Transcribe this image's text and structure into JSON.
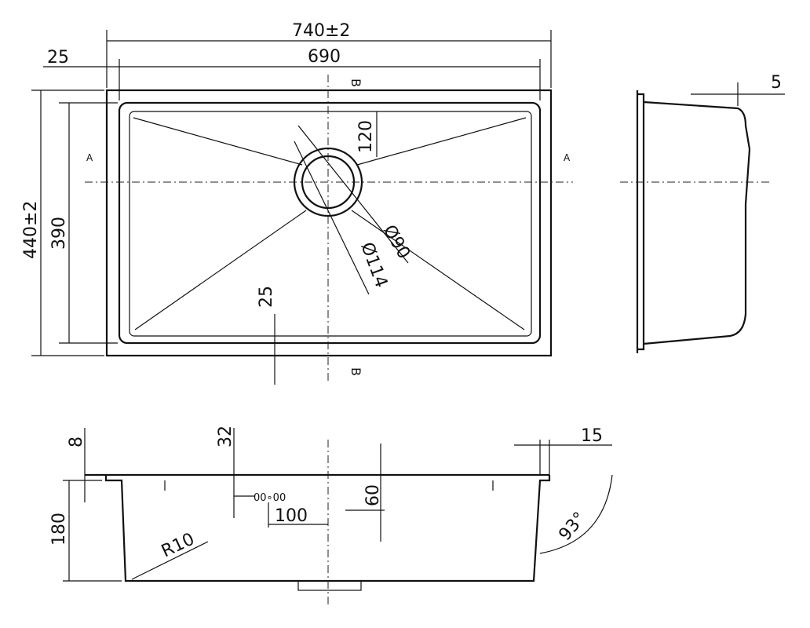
{
  "top_view": {
    "overall_width": "740±2",
    "inner_width": "690",
    "flange": "25",
    "overall_depth": "440±2",
    "inner_depth": "390",
    "drain_offset": "120",
    "drain_inner": "Ø90",
    "drain_outer": "Ø114",
    "front_flange": "25",
    "section_a_left": "A",
    "section_a_right": "A",
    "section_b_top": "B",
    "section_b_bottom": "B"
  },
  "side_view": {
    "rim": "5"
  },
  "section_view": {
    "rim_thickness": "8",
    "overflow_height": "32",
    "rim_width": "15",
    "depth": "180",
    "drain_height": "60",
    "overflow_offset": "100",
    "radius": "R10",
    "angle": "93°",
    "overflow_symbol": "00∘00"
  }
}
